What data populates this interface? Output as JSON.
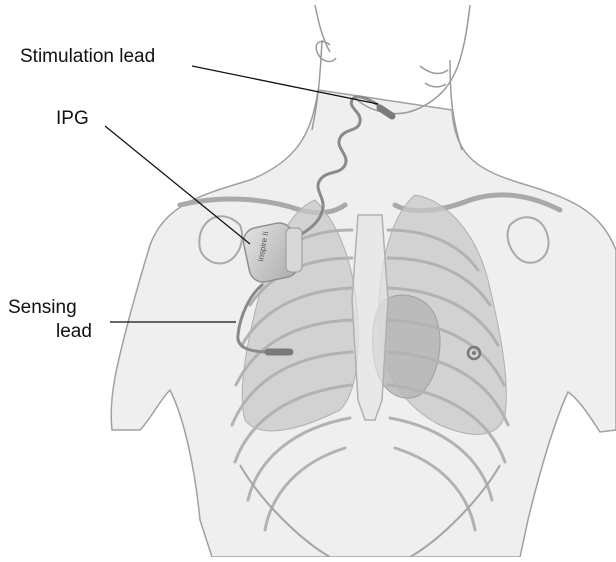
{
  "labels": {
    "stimulation_lead": "Stimulation lead",
    "ipg": "IPG",
    "sensing_lead_line1": "Sensing",
    "sensing_lead_line2": "lead"
  },
  "device_mark": "Inspire II",
  "colors": {
    "background": "#ffffff",
    "body_outline": "#9a9a9a",
    "body_fill": "#ededed",
    "lung_fill": "#c9c9c9",
    "rib_stroke": "#a9a9a9",
    "device_fill": "#d2d2d2",
    "lead_stroke": "#8a8a8a",
    "pointer_line": "#111111"
  }
}
